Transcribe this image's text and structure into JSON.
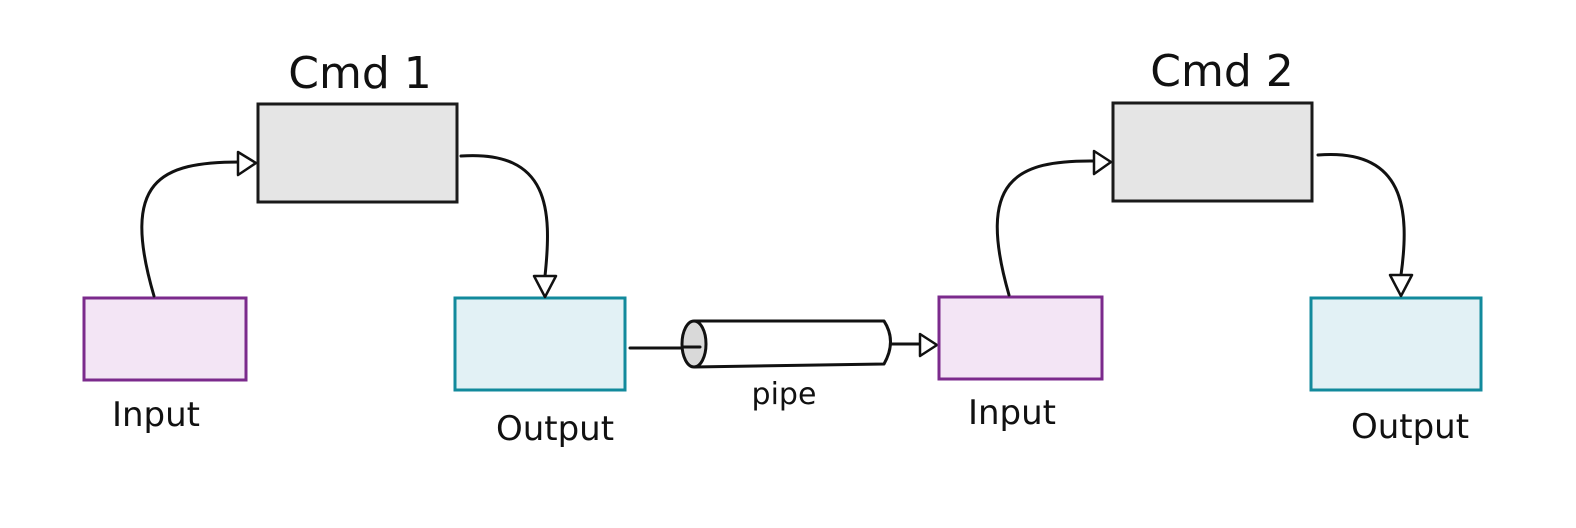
{
  "diagram": {
    "commands": [
      {
        "title": "Cmd 1",
        "input_label": "Input",
        "output_label": "Output"
      },
      {
        "title": "Cmd 2",
        "input_label": "Input",
        "output_label": "Output"
      }
    ],
    "pipe_label": "pipe",
    "colors": {
      "command_fill": "#e5e5e5",
      "command_stroke": "#1a1a1a",
      "input_fill": "#f3e5f5",
      "input_stroke": "#7b2a8c",
      "output_fill": "#e2f1f5",
      "output_stroke": "#128a9c",
      "pipe_fill": "#ffffff",
      "pipe_cap_fill": "#d9d9d9",
      "line": "#111111"
    }
  }
}
